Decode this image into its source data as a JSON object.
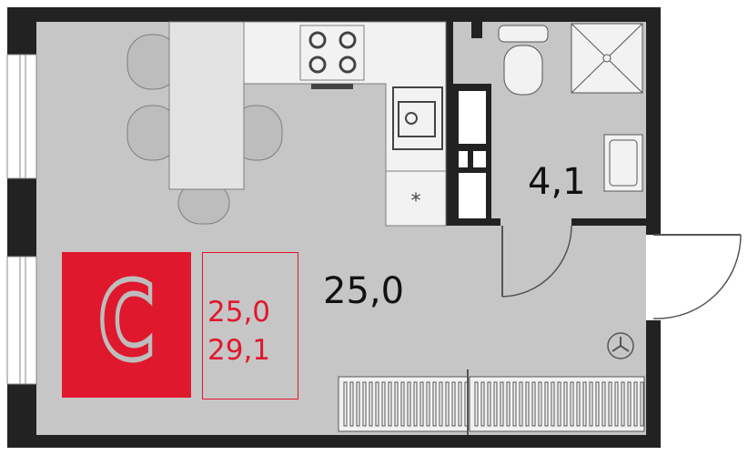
{
  "rooms": [
    {
      "id": "main",
      "area_label": "25,0"
    },
    {
      "id": "bathroom",
      "area_label": "4,1"
    }
  ],
  "badge": {
    "letter": "С",
    "color": "#e0182d"
  },
  "stats": {
    "living_area": "25,0",
    "total_area": "29,1",
    "color": "#e0182d"
  },
  "colors": {
    "wall": "#222222",
    "floor": "#c6c6c6",
    "fixture": "#f2f2f2",
    "outline": "#7f7f7f"
  }
}
